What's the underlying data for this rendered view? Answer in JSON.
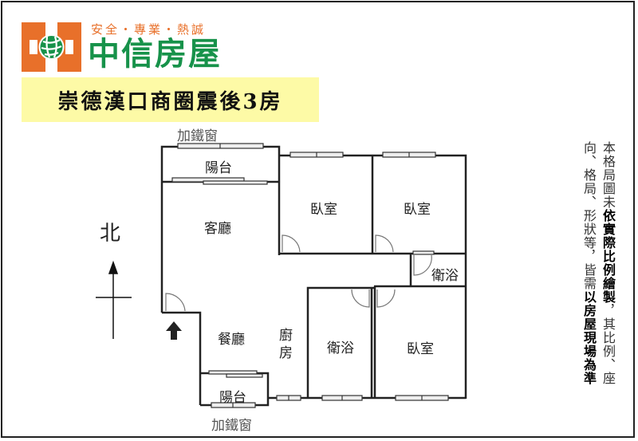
{
  "brand": {
    "slogan": "安全・專業・熱誠",
    "name": "中信房屋",
    "colors": {
      "orange": "#e8702a",
      "green": "#17924a",
      "title_bg": "#fdfaa6"
    }
  },
  "listing_title": "崇德漢口商圈震後3房",
  "compass": {
    "label": "北",
    "icon": "north-arrow-icon"
  },
  "rooms": {
    "balcony_top": "陽台",
    "balcony_top_window": "加鐵窗",
    "living_room": "客廳",
    "bedroom_1": "臥室",
    "bedroom_2": "臥室",
    "bathroom_1": "衛浴",
    "dining_room": "餐廳",
    "kitchen": "廚房",
    "bathroom_2": "衛浴",
    "bedroom_3": "臥室",
    "balcony_bottom": "陽台",
    "balcony_bottom_window": "加鐵窗"
  },
  "entrance": {
    "icon": "entrance-arrow-icon"
  },
  "disclaimer": {
    "col1_normal_a": "本格局圖未",
    "col1_bold": "依實際比例繪製",
    "col1_normal_b": "，其比例、座",
    "col2_normal_a": "向、格局、形狀等，皆需",
    "col2_bold": "以房屋現場為準"
  }
}
